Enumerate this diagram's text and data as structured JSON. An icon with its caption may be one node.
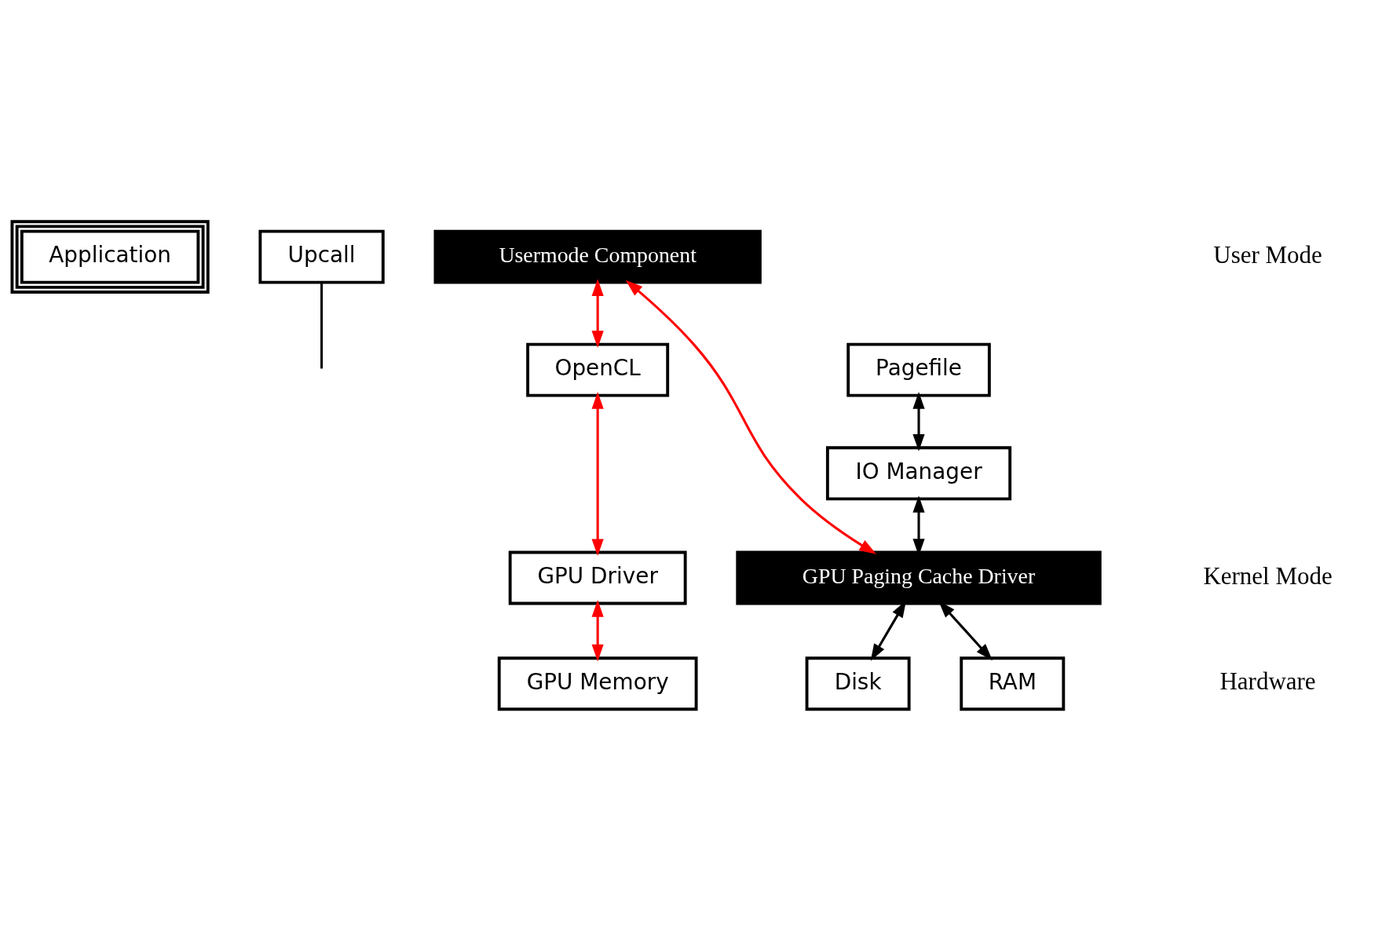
{
  "diagram": {
    "nodes": [
      {
        "text": [
          "Application"
        ]
      },
      {
        "text": [
          "Upcall"
        ]
      },
      {
        "text": [
          "Usermode Component"
        ]
      },
      {
        "text": [
          "OpenCL"
        ]
      },
      {
        "text": [
          "Pagefile"
        ]
      },
      {
        "text": [
          "IO Manager"
        ]
      },
      {
        "text": [
          "GPU Paging Cache Driver"
        ]
      },
      {
        "text": [
          "GPU Driver"
        ]
      },
      {
        "text": [
          "Disk"
        ]
      },
      {
        "text": [
          "RAM"
        ]
      },
      {
        "text": [
          "GPU Memory"
        ]
      }
    ],
    "edges": [
      {
        "from": 6,
        "to": 2,
        "arrow": "both",
        "color": "#ff0000"
      },
      {
        "from": 1,
        "to": null,
        "arrow": "none"
      },
      {
        "from": 2,
        "to": 3,
        "arrow": "both",
        "color": "#ff0000"
      },
      {
        "from": 4,
        "to": 5,
        "arrow": "both"
      },
      {
        "from": 3,
        "to": 7,
        "arrow": "both",
        "color": "#ff0000"
      },
      {
        "from": 5,
        "to": 6,
        "arrow": "both"
      },
      {
        "from": 6,
        "to": 8,
        "arrow": "both"
      },
      {
        "from": 6,
        "to": 9,
        "arrow": "both"
      },
      {
        "from": 7,
        "to": 10,
        "arrow": "both",
        "color": "#ff0000"
      }
    ],
    "labels": [
      "User Mode",
      "Kernel Mode",
      "Hardware"
    ]
  }
}
